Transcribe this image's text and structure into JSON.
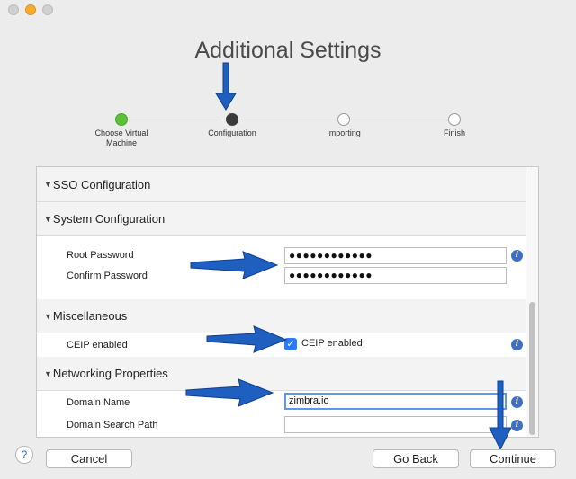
{
  "window": {
    "title": "Additional Settings"
  },
  "steps": [
    {
      "label": "Choose Virtual Machine",
      "state": "done"
    },
    {
      "label": "Configuration",
      "state": "current"
    },
    {
      "label": "Importing",
      "state": "pending"
    },
    {
      "label": "Finish",
      "state": "pending"
    }
  ],
  "sections": {
    "sso": {
      "title": "SSO Configuration"
    },
    "system": {
      "title": "System Configuration",
      "root_password_label": "Root Password",
      "root_password_value": "●●●●●●●●●●●●",
      "confirm_password_label": "Confirm Password",
      "confirm_password_value": "●●●●●●●●●●●●"
    },
    "misc": {
      "title": "Miscellaneous",
      "ceip_label": "CEIP enabled",
      "ceip_checkbox_label": "CEIP enabled",
      "ceip_checked": true
    },
    "networking": {
      "title": "Networking Properties",
      "domain_name_label": "Domain Name",
      "domain_name_value": "zimbra.io",
      "domain_search_label": "Domain Search Path",
      "domain_search_value": ""
    }
  },
  "buttons": {
    "help": "?",
    "cancel": "Cancel",
    "go_back": "Go Back",
    "continue": "Continue"
  },
  "icons": {
    "info": "i",
    "collapse": "▼",
    "check": "✓"
  },
  "colors": {
    "accent": "#2c7cf6",
    "done_step": "#5bc236",
    "annotation_arrow": "#1f5fbf"
  }
}
